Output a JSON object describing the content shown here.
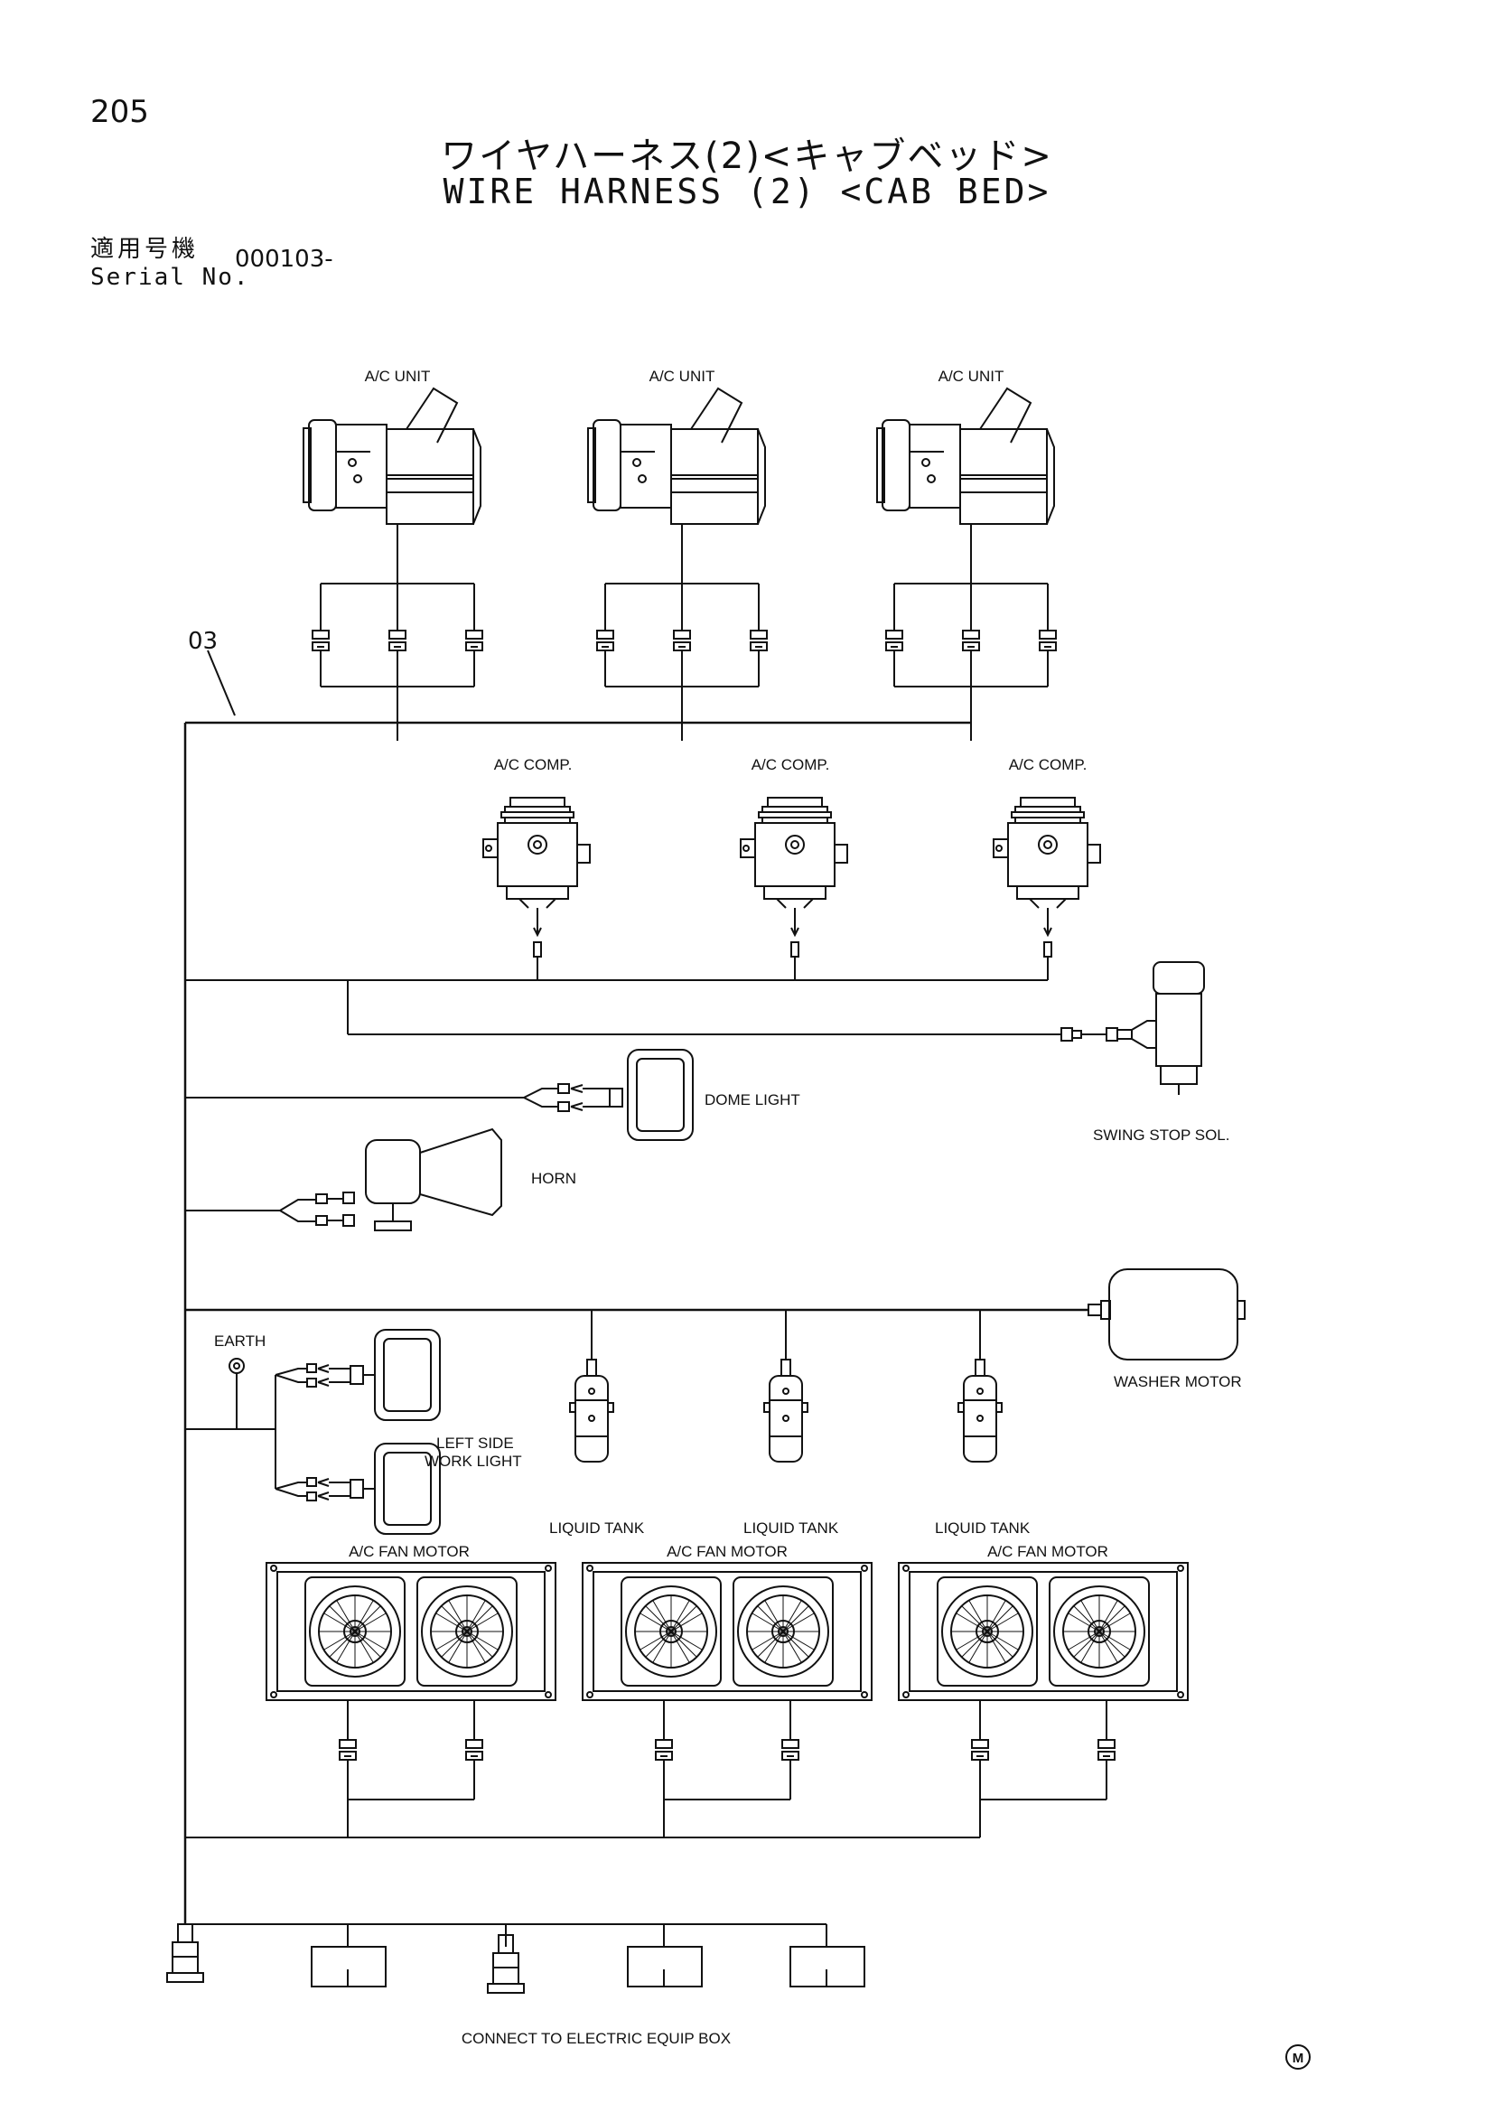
{
  "page_number": "205",
  "title_jp": "ワイヤハーネス(2)<キャブベッド>",
  "title_en": "WIRE HARNESS (2) <CAB BED>",
  "serial_label_jp": "適用号機",
  "serial_label_en": "Serial No.",
  "serial_value": "000103-",
  "harness_id": "03",
  "labels": {
    "ac_unit": "A/C UNIT",
    "ac_comp": "A/C COMP.",
    "dome_light": "DOME LIGHT",
    "swing_stop_sol": "SWING STOP SOL.",
    "horn": "HORN",
    "earth": "EARTH",
    "washer_motor": "WASHER MOTOR",
    "left_side_1": "LEFT SIDE",
    "left_side_2": "WORK LIGHT",
    "liquid_tank": "LIQUID TANK",
    "ac_fan_motor": "A/C FAN MOTOR",
    "connect_box": "CONNECT TO ELECTRIC EQUIP BOX",
    "mark": "M"
  }
}
